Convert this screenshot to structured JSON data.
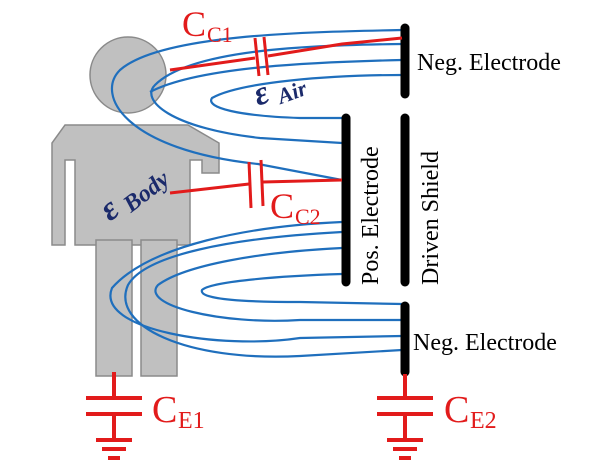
{
  "labels": {
    "neg_electrode_top": "Neg. Electrode",
    "neg_electrode_bottom": "Neg. Electrode",
    "pos_electrode": "Pos. Electrode",
    "driven_shield": "Driven Shield",
    "epsilon_air": {
      "symbol": "ε",
      "sub": "Air"
    },
    "epsilon_body": {
      "symbol": "ε",
      "sub": "Body"
    },
    "cc1": {
      "main": "C",
      "sub": "C1"
    },
    "cc2": {
      "main": "C",
      "sub": "C2"
    },
    "ce1": {
      "main": "C",
      "sub": "E1"
    },
    "ce2": {
      "main": "C",
      "sub": "E2"
    }
  },
  "colors": {
    "body": "#c0c0c0",
    "electrode": "#000000",
    "field_lines": "#1f6fbd",
    "capacitor": "#e21b1b",
    "epsilon": "#1b2a6b"
  }
}
